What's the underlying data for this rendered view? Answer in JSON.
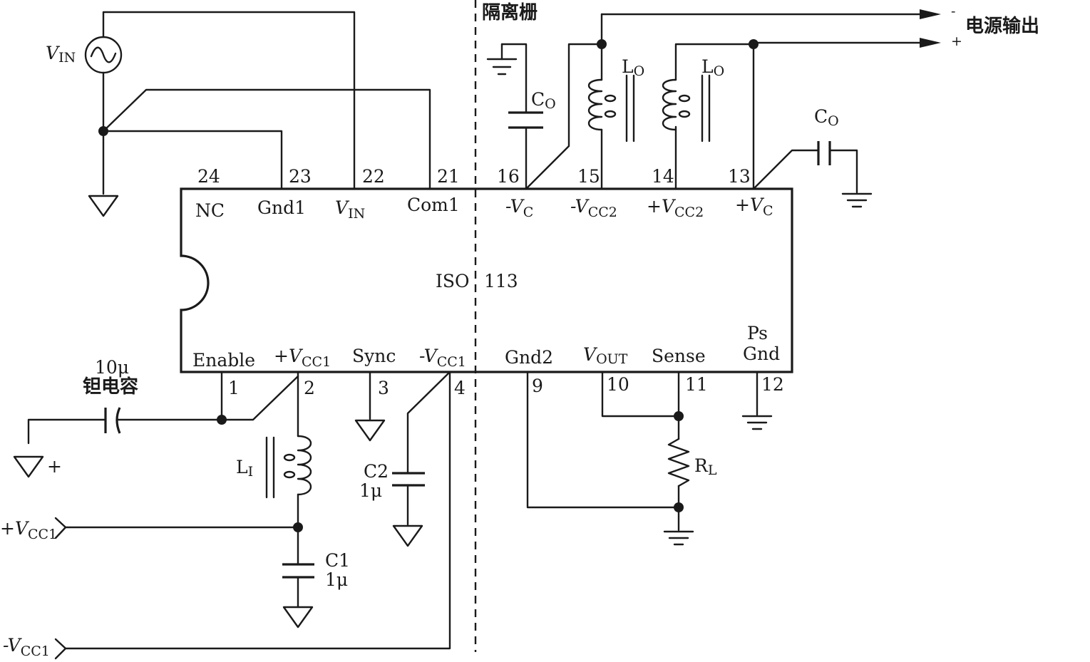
{
  "chip": {
    "name": "ISO",
    "number": "113",
    "top_pins": [
      {
        "num": "24",
        "label": "NC"
      },
      {
        "num": "23",
        "label": "Gnd1"
      },
      {
        "num": "22",
        "label": "V",
        "sub": "IN"
      },
      {
        "num": "21",
        "label": "Com1"
      },
      {
        "num": "16",
        "label": "-V",
        "sub": "C"
      },
      {
        "num": "15",
        "label": "-V",
        "sub": "CC2"
      },
      {
        "num": "14",
        "label": "+V",
        "sub": "CC2"
      },
      {
        "num": "13",
        "label": "+V",
        "sub": "C"
      }
    ],
    "bottom_pins": [
      {
        "num": "1",
        "label": "Enable"
      },
      {
        "num": "2",
        "label": "+V",
        "sub": "CC1"
      },
      {
        "num": "3",
        "label": "Sync"
      },
      {
        "num": "4",
        "label": "-V",
        "sub": "CC1"
      },
      {
        "num": "9",
        "label": "Gnd2"
      },
      {
        "num": "10",
        "label": "V",
        "sub": "OUT"
      },
      {
        "num": "11",
        "label": "Sense"
      },
      {
        "num": "12",
        "label": "Ps",
        "label2": "Gnd"
      }
    ]
  },
  "barrier_label": "隔离栅",
  "power_output": {
    "label": "电源输出",
    "minus": "-",
    "plus": "+"
  },
  "vin_source": {
    "label": "V",
    "sub": "IN"
  },
  "components": {
    "cap_tantalum": {
      "value": "10μ",
      "desc": "钽电容",
      "polarity": "+"
    },
    "inductor_in": {
      "label": "L",
      "sub": "I"
    },
    "c1": {
      "name": "C1",
      "value": "1μ"
    },
    "c2": {
      "name": "C2",
      "value": "1μ"
    },
    "co_left": {
      "label": "C",
      "sub": "O"
    },
    "co_right": {
      "label": "C",
      "sub": "O"
    },
    "lo_15": {
      "label": "L",
      "sub": "O"
    },
    "lo_14": {
      "label": "L",
      "sub": "O"
    },
    "rl": {
      "label": "R",
      "sub": "L"
    }
  },
  "supply_terminals": [
    {
      "label": "+V",
      "sub": "CC1"
    },
    {
      "label": "-V",
      "sub": "CC1"
    }
  ]
}
